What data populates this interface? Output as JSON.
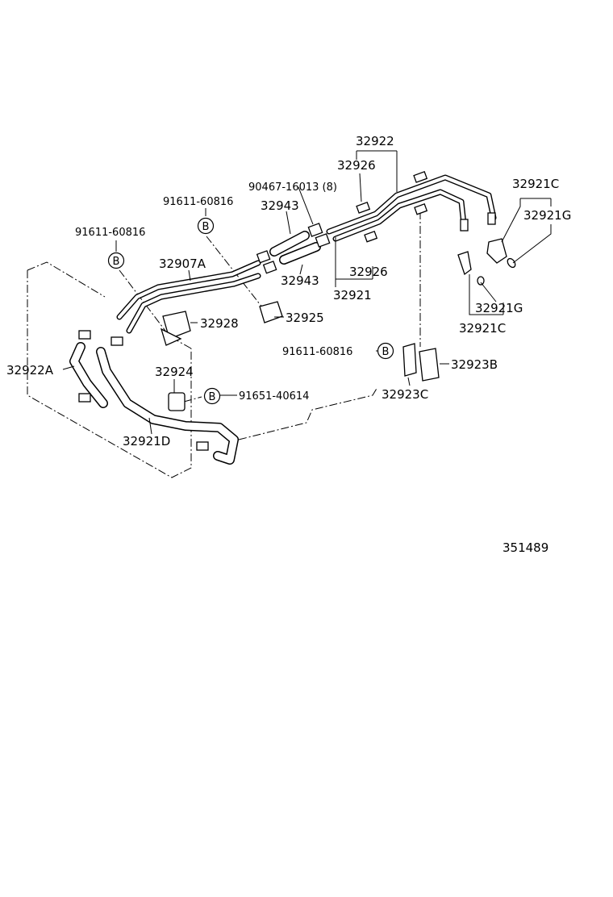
{
  "labels": {
    "p32922": "32922",
    "p32926a": "32926",
    "p90467": "90467-16013 (8)",
    "p91611a": "91611-60816",
    "p32943a": "32943",
    "p32921C_a": "32921C",
    "p32921G_a": "32921G",
    "p91611b": "91611-60816",
    "p32907A": "32907A",
    "p32943b": "32943",
    "p32926b": "32926",
    "p32921": "32921",
    "p32921G_b": "32921G",
    "p32928": "32928",
    "p32925": "32925",
    "p32921C_b": "32921C",
    "p91611c": "91611-60816",
    "p32923B": "32923B",
    "p32922A": "32922A",
    "p32924": "32924",
    "p91651": "91651-40614",
    "p32923C": "32923C",
    "p32921D": "32921D",
    "refnum": "351489"
  },
  "markers": {
    "b1": "B",
    "b2": "B",
    "b3": "B",
    "b4": "B"
  }
}
